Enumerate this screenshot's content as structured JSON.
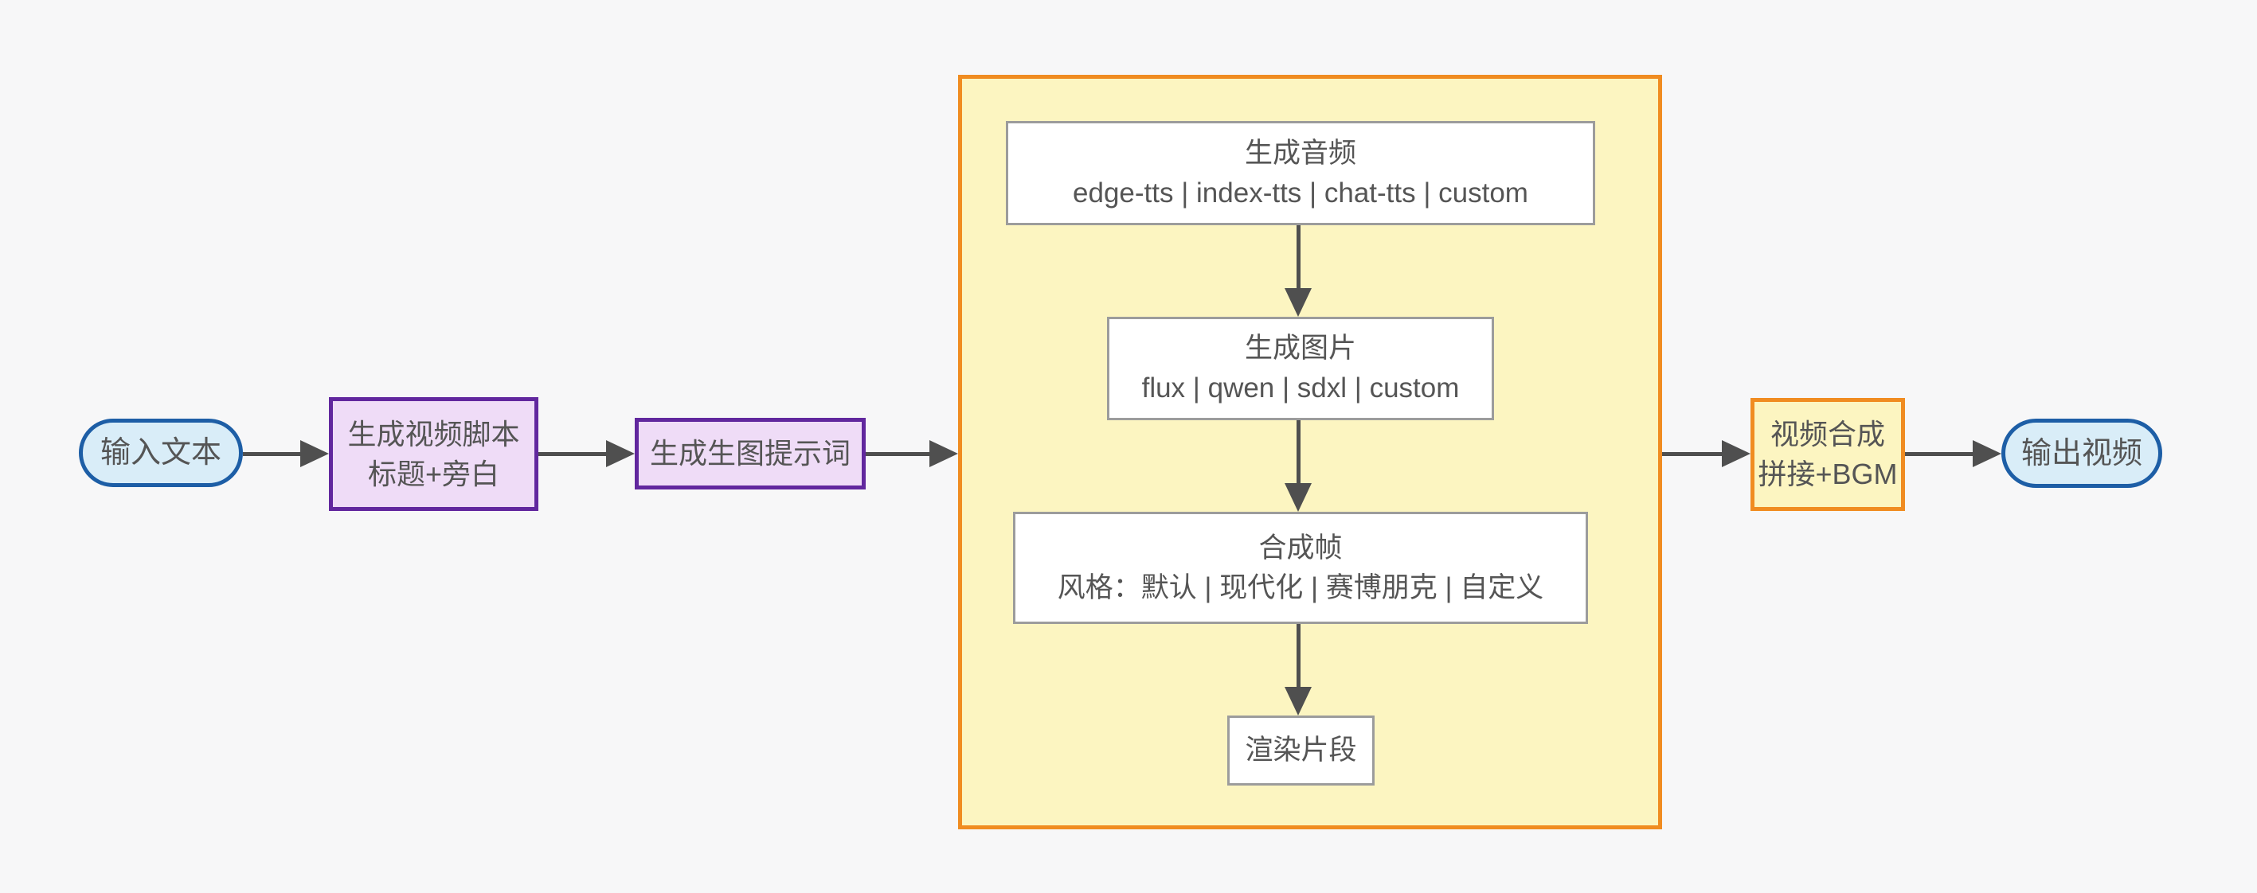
{
  "diagram_title": "text-to-video pipeline flowchart",
  "colors": {
    "background": "#f7f7f8",
    "terminal_border": "#1d5ea6",
    "terminal_fill": "#d9edf8",
    "process_border": "#61279e",
    "process_fill": "#efdcf7",
    "subgraph_border": "#f08c21",
    "subgraph_fill": "#fcf5c1",
    "step_border": "#9c9c9c",
    "step_fill": "#ffffff",
    "edge": "#4f4f4f",
    "text": "#555555"
  },
  "nodes": {
    "input": {
      "label": "输入文本"
    },
    "script": {
      "line1": "生成视频脚本",
      "line2": "标题+旁白"
    },
    "prompt": {
      "label": "生成生图提示词"
    },
    "audio": {
      "line1": "生成音频",
      "line2": "edge-tts | index-tts | chat-tts | custom"
    },
    "image": {
      "line1": "生成图片",
      "line2": "flux | qwen | sdxl | custom"
    },
    "frames": {
      "line1": "合成帧",
      "line2": "风格：默认 | 现代化 | 赛博朋克 | 自定义"
    },
    "render": {
      "label": "渲染片段"
    },
    "compose": {
      "line1": "视频合成",
      "line2": "拼接+BGM"
    },
    "output": {
      "label": "输出视频"
    }
  },
  "edges": [
    {
      "from": "input",
      "to": "script"
    },
    {
      "from": "script",
      "to": "prompt"
    },
    {
      "from": "prompt",
      "to": "subgraph"
    },
    {
      "from": "audio",
      "to": "image"
    },
    {
      "from": "image",
      "to": "frames"
    },
    {
      "from": "frames",
      "to": "render"
    },
    {
      "from": "subgraph",
      "to": "compose"
    },
    {
      "from": "compose",
      "to": "output"
    }
  ]
}
